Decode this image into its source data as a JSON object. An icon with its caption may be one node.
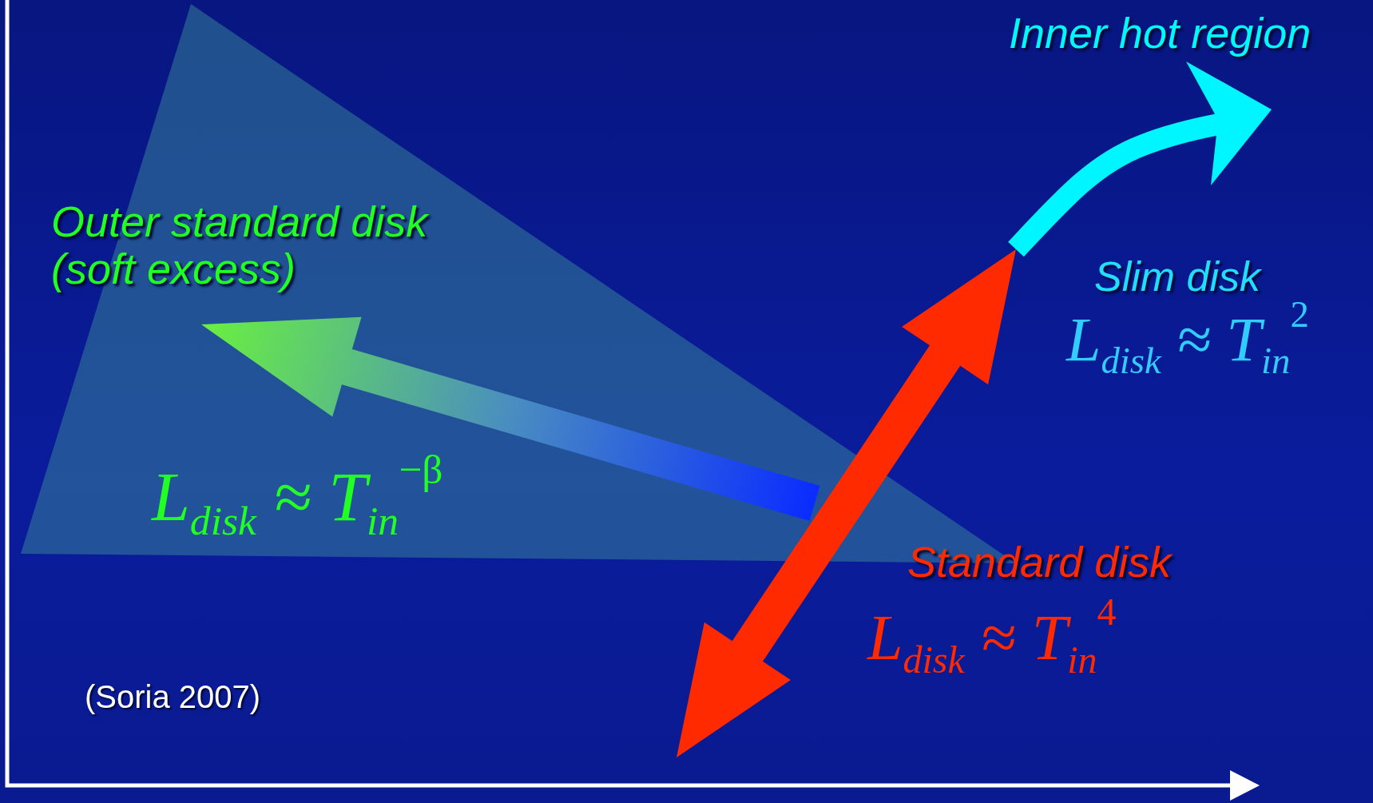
{
  "diagram": {
    "labels": [
      "Inner hot region",
      "Outer standard disk (soft excess)",
      "Slim disk",
      "L$_{disk}$ ≈ T$_{in}$$^{2}$",
      "L$_{disk}$ ≈ T$_{in}$$^{−β}$",
      "Standard disk",
      "L$_{disk}$ ≈ T$_{in}$$^{4}$",
      "(Soria 2007)"
    ]
  }
}
